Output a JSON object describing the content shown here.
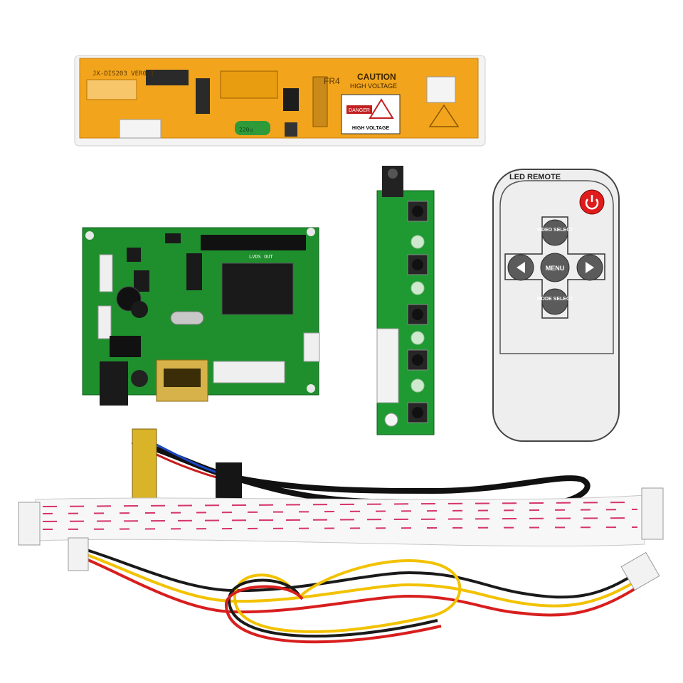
{
  "inverter": {
    "model_label": "JX-DIS203 VER0.1",
    "fr4_label": "FR4",
    "caution_title": "CAUTION",
    "caution_subtitle": "HIGH VOLTAGE",
    "danger_label": "DANGER",
    "danger_sub": "HIGH VOLTAGE",
    "capacitor_label": "220u"
  },
  "controller_board": {
    "lvds_label": "LVDS OUT"
  },
  "remote": {
    "title": "LED REMOTE",
    "power_icon": "power-icon",
    "buttons": {
      "video_select": "VIDEO SELECT",
      "mode_select": "MODE SELECT",
      "menu": "MENU",
      "left_icon": "triangle-left-icon",
      "right_icon": "triangle-right-icon"
    }
  },
  "colors": {
    "pcb_green": "#1f8f2e",
    "inverter_orange": "#f2a51c",
    "remote_body": "#eeeeee",
    "power_red": "#e01b1b",
    "wire_red": "#d81e1e",
    "wire_yellow": "#f2c200",
    "wire_black": "#1a1a1a",
    "ribbon_stripe": "#d6336c"
  }
}
